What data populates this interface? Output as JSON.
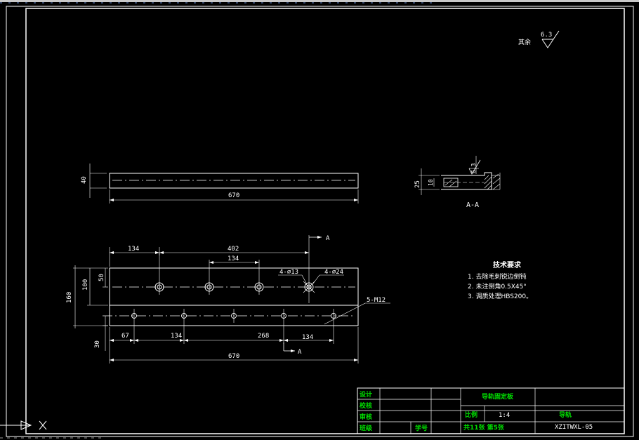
{
  "colors": {
    "background": "#000000",
    "lines": "#ffffff",
    "title_text": "#00e000"
  },
  "surface_finish": {
    "label": "其余",
    "value": "6.3"
  },
  "top_view": {
    "height_dim": "40",
    "length_dim": "670"
  },
  "section_view": {
    "height_dim": "25",
    "inner_dim": "10",
    "finish_value": "6.3",
    "label": "A-A"
  },
  "front_view": {
    "dim_134_top": "134",
    "dim_402": "402",
    "dim_134_mid": "134",
    "section_mark_top": "A",
    "hole_label_13": "4-⌀13",
    "hole_label_24": "4-⌀24",
    "dim_160": "160",
    "dim_100": "100",
    "dim_50": "50",
    "thread_label": "5-M12",
    "dim_30": "30",
    "dim_67": "67",
    "dim_134_low_left": "134",
    "dim_268": "268",
    "dim_134_low_right": "134",
    "section_mark_bottom": "A",
    "dim_670": "670"
  },
  "tech_req": {
    "title": "技术要求",
    "items": [
      "1.  去除毛刺锐边倒钝",
      "2.  未注倒角0.5X45°",
      "3.  调质处理HBS200。"
    ]
  },
  "title_block": {
    "design": "设计",
    "check": "校核",
    "approve": "审核",
    "class": "班级",
    "student_no": "学号",
    "part_name": "导轨固定板",
    "scale_label": "比例",
    "scale_value": "1:4",
    "sheet_info": "共11张  第5张",
    "material": "导轨",
    "drawing_no": "XZITWXL-05"
  }
}
